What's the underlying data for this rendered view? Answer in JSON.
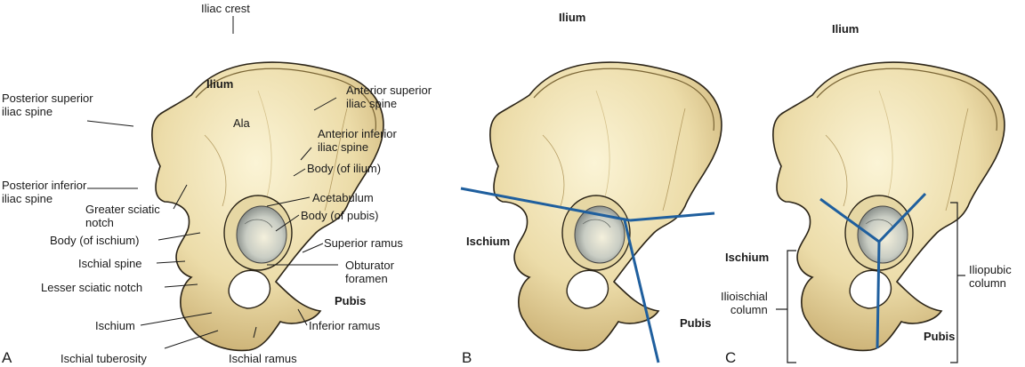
{
  "panels": {
    "a": {
      "letter": "A",
      "labels": {
        "iliac_crest": "Iliac crest",
        "ilium": "Ilium",
        "ala": "Ala",
        "posterior_superior_iliac_spine": "Posterior superior\niliac spine",
        "posterior_inferior_iliac_spine": "Posterior inferior\niliac spine",
        "greater_sciatic_notch": "Greater sciatic\nnotch",
        "body_of_ischium": "Body (of ischium)",
        "ischial_spine": "Ischial spine",
        "lesser_sciatic_notch": "Lesser sciatic notch",
        "ischium": "Ischium",
        "ischial_tuberosity": "Ischial tuberosity",
        "ischial_ramus": "Ischial ramus",
        "anterior_superior_iliac_spine": "Anterior superior\niliac spine",
        "anterior_inferior_iliac_spine": "Anterior inferior\niliac spine",
        "body_of_ilium": "Body (of ilium)",
        "acetabulum": "Acetabulum",
        "body_of_pubis": "Body (of pubis)",
        "superior_ramus": "Superior ramus",
        "obturator_foramen": "Obturator\nforamen",
        "pubis": "Pubis",
        "inferior_ramus": "Inferior ramus"
      }
    },
    "b": {
      "letter": "B",
      "labels": {
        "ilium": "Ilium",
        "ischium": "Ischium",
        "pubis": "Pubis"
      }
    },
    "c": {
      "letter": "C",
      "labels": {
        "ilium": "Ilium",
        "ischium": "Ischium",
        "pubis": "Pubis",
        "ilioischial_column": "Ilioischial\ncolumn",
        "iliopubic_column": "Iliopubic\ncolumn"
      }
    }
  },
  "colors": {
    "bone_fill": "#efe2b4",
    "bone_shade": "#c9b27a",
    "acetabulum_fill": "#d3d8d0",
    "outline": "#2b2417",
    "division_line": "#1f5f9e"
  }
}
